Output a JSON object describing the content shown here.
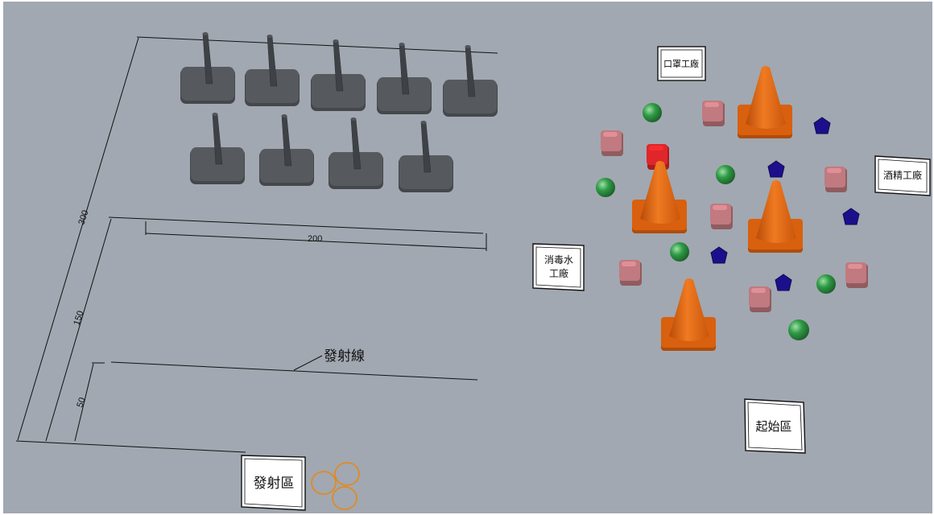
{
  "colors": {
    "floor": "#a1a8b1",
    "peg_base": "#565a5e",
    "peg_pole": "#3e4246",
    "cone": "#d9600f",
    "cube": "#c07a80",
    "cube_red": "#e0262a",
    "ball": "#2f9b45",
    "gem": "#1d0f8c",
    "ring": "#e08a25",
    "line": "#111111"
  },
  "dimensions": {
    "total": "300",
    "middle": "150",
    "near": "50",
    "width": "200"
  },
  "launch_line_label": "發射線",
  "signs": {
    "mask_factory": "口罩工廠",
    "alcohol_factory": "酒精工廠",
    "disinfectant_factory_line1": "消毒水",
    "disinfectant_factory_line2": "工廠",
    "start_zone": "起始區",
    "launch_zone": "發射區"
  },
  "icons": {
    "peg": "peg-post-icon",
    "cone": "traffic-cone-icon",
    "cube": "cube-block-icon",
    "ball": "green-ball-icon",
    "gem": "blue-pentagon-icon",
    "ring": "ring-icon"
  }
}
